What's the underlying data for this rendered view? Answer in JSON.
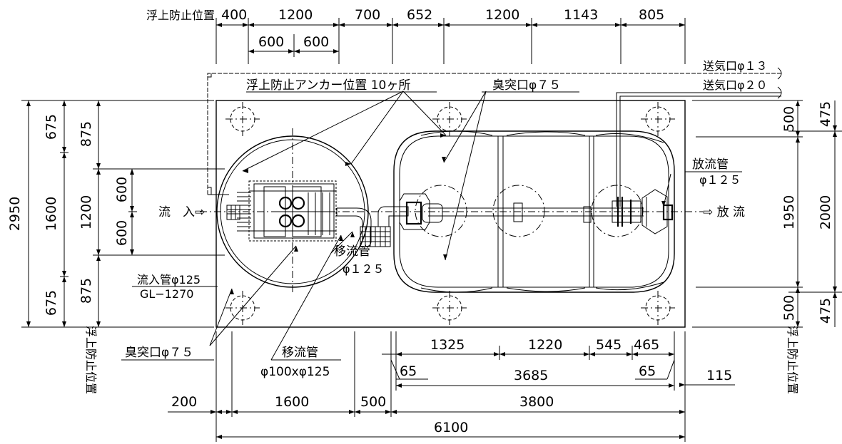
{
  "labels": {
    "float_prevention_position_top": "浮上防止位置",
    "float_prevention_position_left": "浮上防止位置",
    "float_prevention_position_right": "浮上防止位置",
    "anchor_positions": "浮上防止アンカー位置 10ヶ所",
    "odor_vent_top": "臭突口φ７５",
    "odor_vent_bottom": "臭突口φ７５",
    "air_supply_13": "送気口φ１３",
    "air_supply_20": "送気口φ２０",
    "discharge_pipe": "放流管",
    "discharge_pipe_dia": "φ１２５",
    "inflow": "流　入⇨",
    "outflow": "⇨ 放 流",
    "transfer_pipe": "移流管",
    "transfer_pipe_dia": "φ１２５",
    "inflow_pipe": "流入管φ125",
    "gl_level": "GL−1270",
    "transfer_pipe_2": "移流管",
    "transfer_pipe_2_dia": "φ100xφ125"
  },
  "dims": {
    "top": [
      "400",
      "1200",
      "700",
      "652",
      "1200",
      "1143",
      "805"
    ],
    "top_sub": [
      "600",
      "600"
    ],
    "bottom_row1": [
      "1325",
      "1220",
      "545",
      "465"
    ],
    "bottom_row2": [
      "65",
      "3685",
      "65",
      "115"
    ],
    "bottom_row3": [
      "200",
      "1600",
      "500",
      "3800"
    ],
    "total_width": "6100",
    "left_outer": "2950",
    "left_mid": [
      "675",
      "1600",
      "675"
    ],
    "left_inner": [
      "875",
      "1200",
      "875"
    ],
    "left_core": [
      "600",
      "600"
    ],
    "right_inner": [
      "500",
      "1950",
      "500"
    ],
    "right_outer": [
      "475",
      "2000",
      "475"
    ]
  }
}
